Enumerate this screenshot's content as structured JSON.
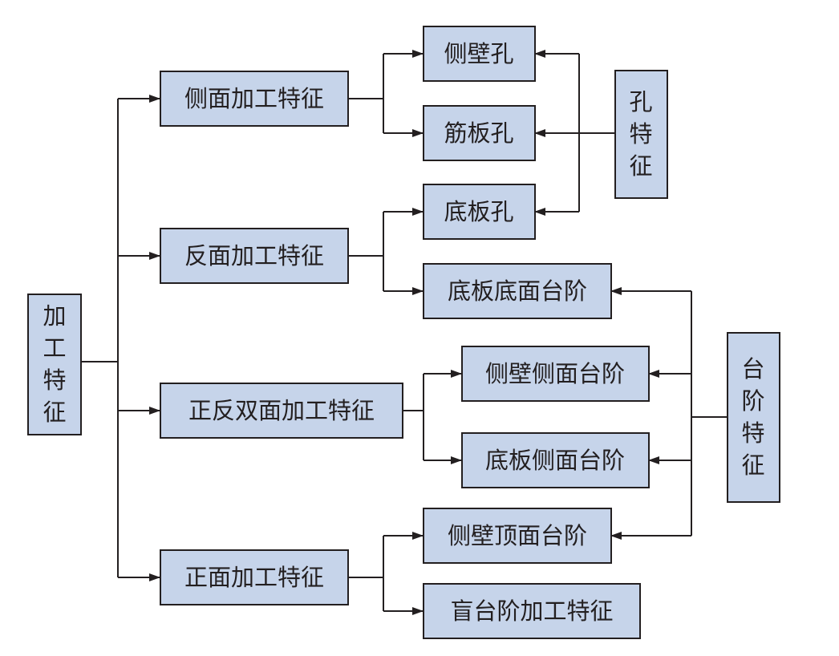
{
  "root": "加工特征",
  "branches": [
    "侧面加工特征",
    "反面加工特征",
    "正反双面加工特征",
    "正面加工特征"
  ],
  "leaves": {
    "side_wall_hole": "侧壁孔",
    "rib_hole": "筋板孔",
    "bottom_plate_hole": "底板孔",
    "bottom_plate_bottom_step": "底板底面台阶",
    "side_wall_side_step": "侧壁侧面台阶",
    "bottom_plate_side_step": "底板侧面台阶",
    "side_wall_top_step": "侧壁顶面台阶",
    "blind_step": "盲台阶加工特征"
  },
  "categories": {
    "hole": "孔特征",
    "step": "台阶特征"
  },
  "colors": {
    "box_fill": "#c6d4ea",
    "line": "#231f20"
  }
}
